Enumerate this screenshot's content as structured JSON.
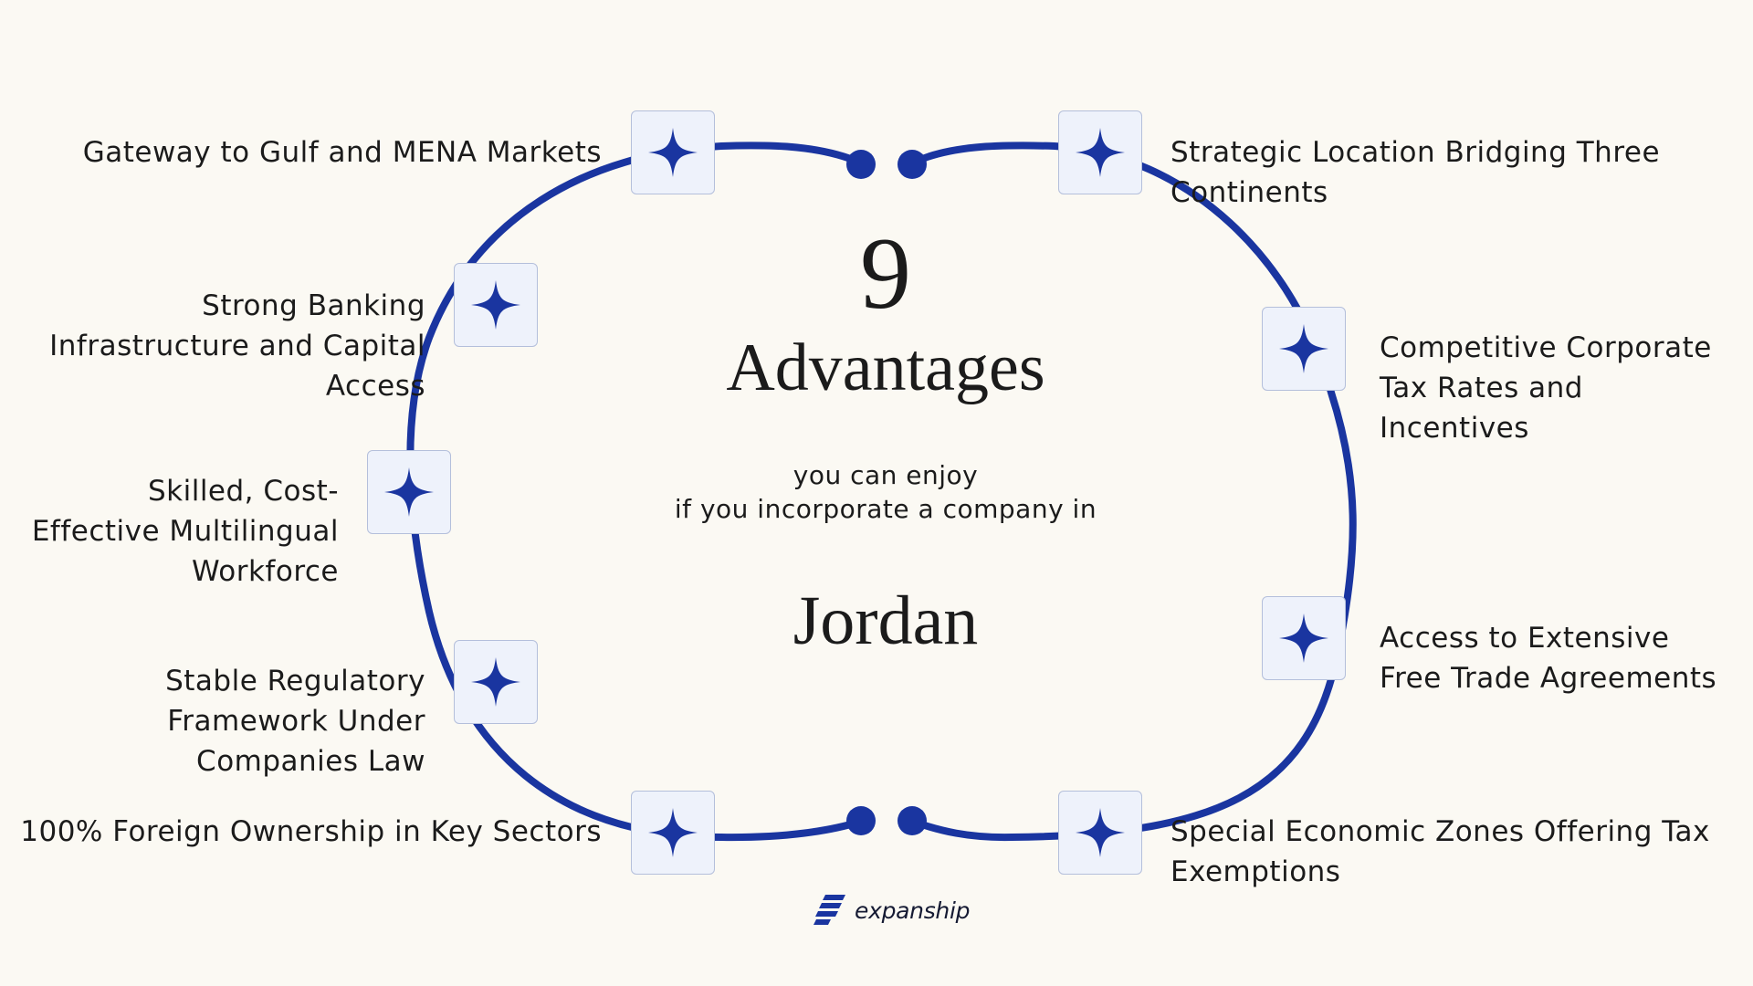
{
  "colors": {
    "background": "#fbf9f3",
    "ring": "#1a35a0",
    "star": "#1a35a0",
    "card_fill": "#eef2fb",
    "card_border": "#b4bfdb",
    "text": "#1b1b1b"
  },
  "center": {
    "number": "9",
    "heading": "Advantages",
    "subtitle_line1": "you can enjoy",
    "subtitle_line2": "if you incorporate a company in",
    "country": "Jordan"
  },
  "advantages": [
    {
      "lines": [
        "Strategic Location Bridging Three",
        "Continents"
      ],
      "icon": "sparkle-icon"
    },
    {
      "lines": [
        "Competitive Corporate",
        "Tax Rates and",
        "Incentives"
      ],
      "icon": "sparkle-icon"
    },
    {
      "lines": [
        "Access to Extensive",
        "Free Trade Agreements"
      ],
      "icon": "sparkle-icon"
    },
    {
      "lines": [
        "Special Economic Zones Offering Tax",
        "Exemptions"
      ],
      "icon": "sparkle-icon"
    },
    {
      "lines": [
        "100% Foreign Ownership in Key Sectors"
      ],
      "icon": "sparkle-icon"
    },
    {
      "lines": [
        "Stable Regulatory",
        "Framework Under",
        "Companies Law"
      ],
      "icon": "sparkle-icon"
    },
    {
      "lines": [
        "Skilled, Cost-",
        "Effective Multilingual",
        "Workforce"
      ],
      "icon": "sparkle-icon"
    },
    {
      "lines": [
        "Strong Banking",
        "Infrastructure and Capital",
        "Access"
      ],
      "icon": "sparkle-icon"
    },
    {
      "lines": [
        "Gateway to Gulf and MENA Markets"
      ],
      "icon": "sparkle-icon"
    }
  ],
  "logo": {
    "text": "expanship",
    "icon": "expanship-logo-icon"
  }
}
